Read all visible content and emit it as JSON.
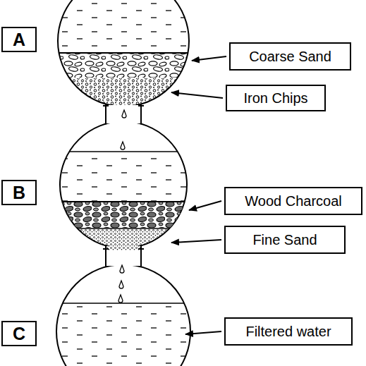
{
  "diagram": {
    "nodes": [
      {
        "text": [
          "A"
        ]
      },
      {
        "text": [
          "Coarse Sand"
        ]
      },
      {
        "text": [
          "Iron Chips"
        ]
      },
      {
        "text": [
          "B"
        ]
      },
      {
        "text": [
          "Wood Charcoal"
        ]
      },
      {
        "text": [
          "Fine Sand"
        ]
      },
      {
        "text": [
          "C"
        ]
      },
      {
        "text": [
          "Filtered water"
        ]
      }
    ]
  }
}
